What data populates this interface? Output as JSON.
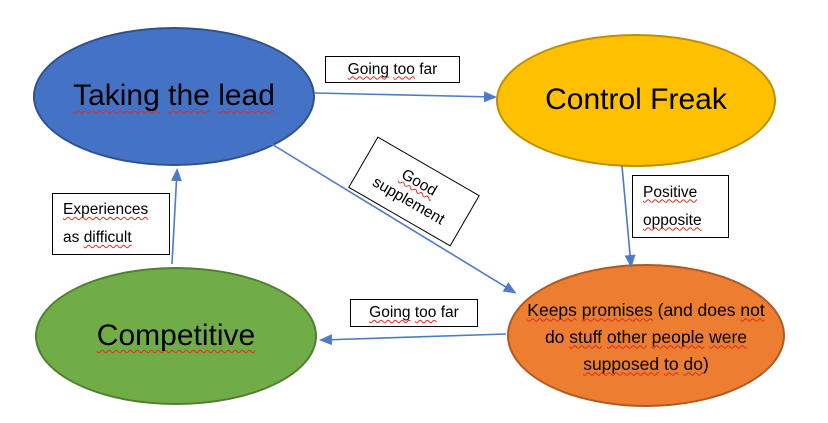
{
  "style": {
    "background": "#ffffff",
    "arrow_color": "#4d7ac9",
    "squiggle_color": "#e02b20",
    "label_box_background": "#ffffff",
    "label_box_border": "#000000"
  },
  "nodes": {
    "taking_the_lead": {
      "text": "Taking the lead",
      "fill": "#4472c4",
      "border_color": "#2f528f",
      "segments": [
        {
          "t": "Taking",
          "sq": true
        },
        {
          "t": " ",
          "sq": false
        },
        {
          "t": "the",
          "sq": true
        },
        {
          "t": " ",
          "sq": false
        },
        {
          "t": "lead",
          "sq": true
        }
      ]
    },
    "control_freak": {
      "text": "Control Freak",
      "fill": "#ffc000",
      "border_color": "#bf8f00",
      "segments": [
        {
          "t": "Control Freak",
          "sq": false
        }
      ]
    },
    "competitive": {
      "text": "Competitive",
      "fill": "#70ad47",
      "border_color": "#507e32",
      "segments": [
        {
          "t": "Competitive",
          "sq": true
        }
      ]
    },
    "keeps_promises": {
      "text": "Keeps promises (and does not do stuff other people were supposed to do)",
      "fill": "#ed7d31",
      "border_color": "#ae5a21",
      "lines": [
        [
          {
            "t": "Keeps",
            "sq": true
          },
          {
            "t": " ",
            "sq": false
          },
          {
            "t": "promises",
            "sq": true
          },
          {
            "t": " (and does ",
            "sq": false
          },
          {
            "t": "not",
            "sq": true
          }
        ],
        [
          {
            "t": "do ",
            "sq": false
          },
          {
            "t": "stuff",
            "sq": true
          },
          {
            "t": " ",
            "sq": false
          },
          {
            "t": "other",
            "sq": true
          },
          {
            "t": " ",
            "sq": false
          },
          {
            "t": "people",
            "sq": true
          },
          {
            "t": " ",
            "sq": false
          },
          {
            "t": "were",
            "sq": true
          }
        ],
        [
          {
            "t": "supposed",
            "sq": true
          },
          {
            "t": " ",
            "sq": false
          },
          {
            "t": "to",
            "sq": true
          },
          {
            "t": " ",
            "sq": false
          },
          {
            "t": "do",
            "sq": true
          },
          {
            "t": ")",
            "sq": false
          }
        ]
      ]
    }
  },
  "edge_labels": {
    "going_too_far_top": {
      "text": "Going too far",
      "segments": [
        {
          "t": "Going",
          "sq": true
        },
        {
          "t": " ",
          "sq": false
        },
        {
          "t": "too",
          "sq": true
        },
        {
          "t": " far",
          "sq": false
        }
      ]
    },
    "good_supplement": {
      "text": "Good supplement",
      "lines": [
        [
          {
            "t": "Good",
            "sq": true
          }
        ],
        [
          {
            "t": "supplement",
            "sq": false
          }
        ]
      ]
    },
    "experiences_as_difficult": {
      "text": "Experiences as difficult",
      "lines": [
        [
          {
            "t": "Experiences",
            "sq": true
          }
        ],
        [
          {
            "t": "as ",
            "sq": false
          },
          {
            "t": "difficult",
            "sq": true
          }
        ]
      ]
    },
    "positive_opposite": {
      "text": "Positive opposite",
      "lines": [
        [
          {
            "t": "Positive",
            "sq": true
          }
        ],
        [
          {
            "t": "opposite",
            "sq": true
          }
        ]
      ]
    },
    "going_too_far_bottom": {
      "text": "Going too far",
      "segments": [
        {
          "t": "Going",
          "sq": true
        },
        {
          "t": " ",
          "sq": false
        },
        {
          "t": "too",
          "sq": true
        },
        {
          "t": " far",
          "sq": false
        }
      ]
    }
  },
  "edges": [
    {
      "from": "taking_the_lead",
      "to": "control_freak",
      "label": "Going too far"
    },
    {
      "from": "taking_the_lead",
      "to": "keeps_promises",
      "label": "Good supplement"
    },
    {
      "from": "control_freak",
      "to": "keeps_promises",
      "label": "Positive opposite"
    },
    {
      "from": "keeps_promises",
      "to": "competitive",
      "label": "Going too far"
    },
    {
      "from": "competitive",
      "to": "taking_the_lead",
      "label": "Experiences as difficult"
    }
  ]
}
